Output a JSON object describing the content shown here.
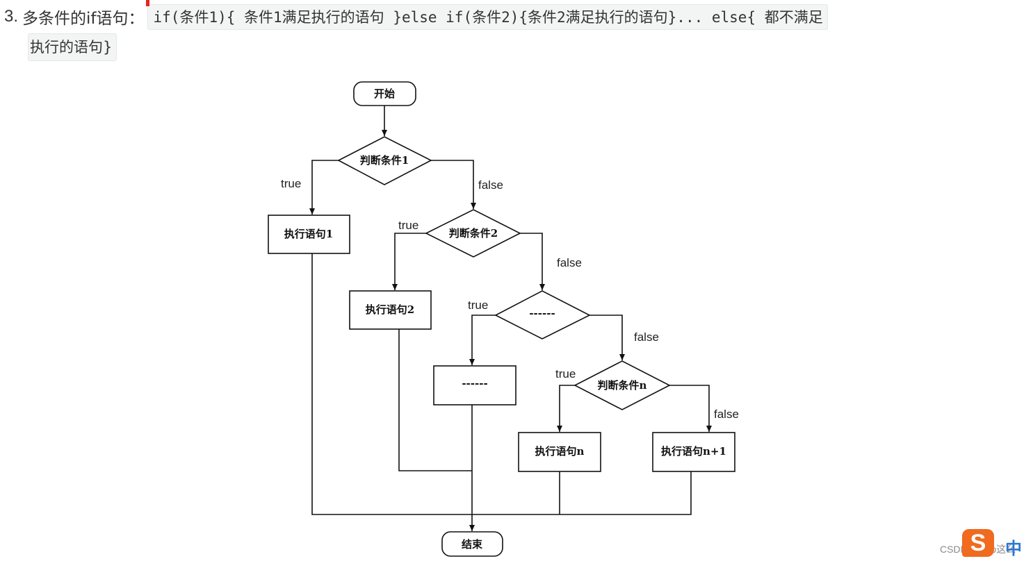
{
  "heading": {
    "number": "3.",
    "label": "多条件的if语句",
    "colon": "：",
    "code_line1": "if(条件1){ 条件1满足执行的语句 }else if(条件2){条件2满足执行的语句}... else{ 都不满足",
    "code_line2": "执行的语句}"
  },
  "flowchart": {
    "start": "开始",
    "cond1": "判断条件1",
    "cond2": "判断条件2",
    "cond_dots": "------",
    "condn": "判断条件n",
    "exec1": "执行语句1",
    "exec2": "执行语句2",
    "exec_dots": "------",
    "execn": "执行语句n",
    "execn1": "执行语句n+1",
    "end": "结束",
    "labels": {
      "true1": "true",
      "false1": "false",
      "true2": "true",
      "false2": "false",
      "true3": "true",
      "false3": "false",
      "truen": "true",
      "falsen": "false"
    }
  },
  "watermark": "CSDN @tyro这么",
  "ime": {
    "logo": "S",
    "mode": "中",
    "brand_color": "#f06a1f",
    "mode_color": "#2b76d2"
  }
}
